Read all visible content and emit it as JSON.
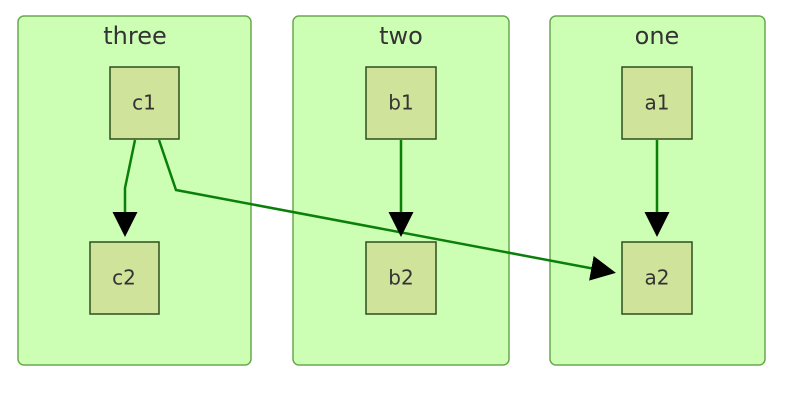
{
  "clusters": {
    "three": {
      "title": "three"
    },
    "two": {
      "title": "two"
    },
    "one": {
      "title": "one"
    }
  },
  "nodes": {
    "c1": "c1",
    "c2": "c2",
    "b1": "b1",
    "b2": "b2",
    "a1": "a1",
    "a2": "a2"
  },
  "edges": [
    {
      "from": "c1",
      "to": "c2"
    },
    {
      "from": "c1",
      "to": "a2"
    },
    {
      "from": "b1",
      "to": "b2"
    },
    {
      "from": "a1",
      "to": "a2"
    }
  ],
  "colors": {
    "cluster_fill": "#ccffb3",
    "cluster_border": "#6aa84f",
    "node_fill": "#cfe39b",
    "node_border": "#2f4f1f",
    "edge": "#0a7f0a",
    "text": "#333333"
  }
}
